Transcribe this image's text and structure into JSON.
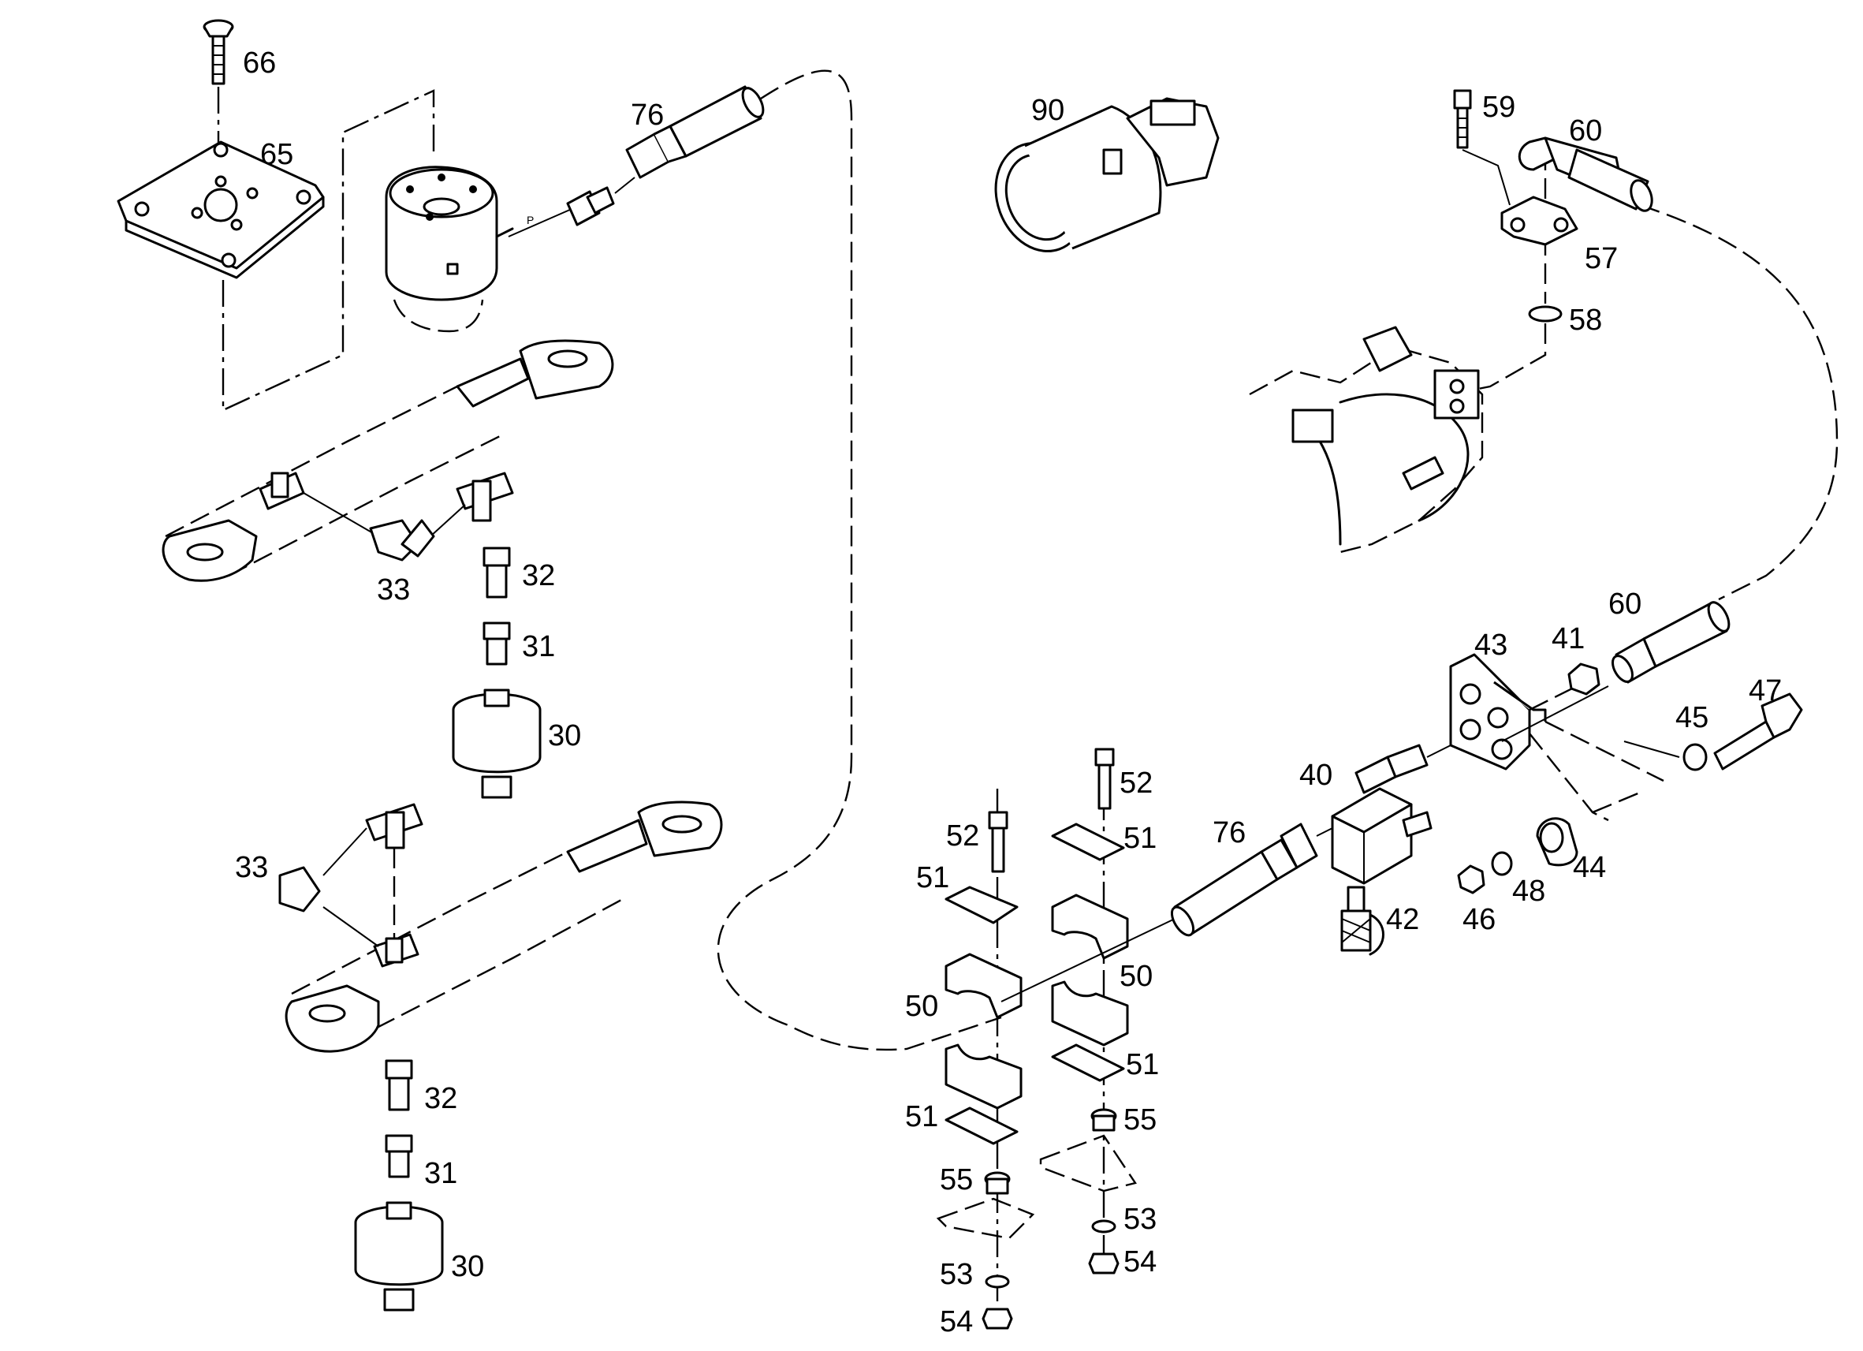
{
  "diagram": {
    "callouts": [
      {
        "id": "c66",
        "text": "66"
      },
      {
        "id": "c65",
        "text": "65"
      },
      {
        "id": "c76a",
        "text": "76"
      },
      {
        "id": "c90",
        "text": "90"
      },
      {
        "id": "c59",
        "text": "59"
      },
      {
        "id": "c60a",
        "text": "60"
      },
      {
        "id": "c57",
        "text": "57"
      },
      {
        "id": "c58",
        "text": "58"
      },
      {
        "id": "c33a",
        "text": "33"
      },
      {
        "id": "c32a",
        "text": "32"
      },
      {
        "id": "c31a",
        "text": "31"
      },
      {
        "id": "c30a",
        "text": "30"
      },
      {
        "id": "c33b",
        "text": "33"
      },
      {
        "id": "c32b",
        "text": "32"
      },
      {
        "id": "c31b",
        "text": "31"
      },
      {
        "id": "c30b",
        "text": "30"
      },
      {
        "id": "c60b",
        "text": "60"
      },
      {
        "id": "c43",
        "text": "43"
      },
      {
        "id": "c41",
        "text": "41"
      },
      {
        "id": "c47",
        "text": "47"
      },
      {
        "id": "c45",
        "text": "45"
      },
      {
        "id": "c40",
        "text": "40"
      },
      {
        "id": "c52a",
        "text": "52"
      },
      {
        "id": "c52b",
        "text": "52"
      },
      {
        "id": "c51a",
        "text": "51"
      },
      {
        "id": "c51b",
        "text": "51"
      },
      {
        "id": "c76b",
        "text": "76"
      },
      {
        "id": "c44",
        "text": "44"
      },
      {
        "id": "c48",
        "text": "48"
      },
      {
        "id": "c46",
        "text": "46"
      },
      {
        "id": "c42",
        "text": "42"
      },
      {
        "id": "c50a",
        "text": "50"
      },
      {
        "id": "c50b",
        "text": "50"
      },
      {
        "id": "c51c",
        "text": "51"
      },
      {
        "id": "c51d",
        "text": "51"
      },
      {
        "id": "c55a",
        "text": "55"
      },
      {
        "id": "c55b",
        "text": "55"
      },
      {
        "id": "c53a",
        "text": "53"
      },
      {
        "id": "c53b",
        "text": "53"
      },
      {
        "id": "c54a",
        "text": "54"
      },
      {
        "id": "c54b",
        "text": "54"
      }
    ],
    "port_label": "P"
  }
}
